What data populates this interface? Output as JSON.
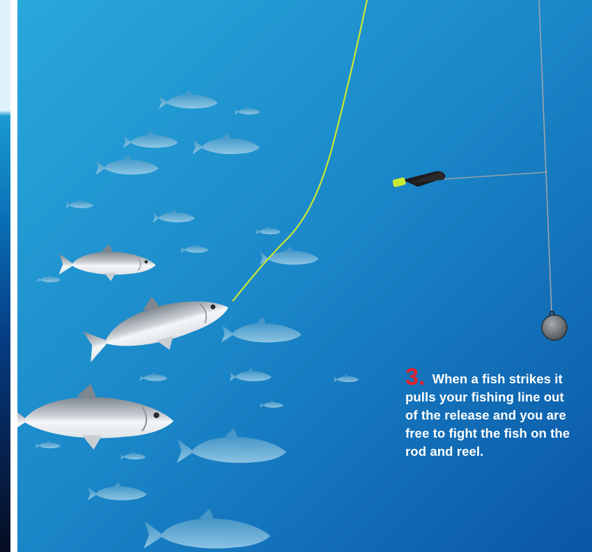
{
  "caption": {
    "step_number": "3.",
    "text": "When a fish strikes it pulls your fishing line out of the release and you are free to fight the fish on the rod and reel."
  },
  "colors": {
    "water_top": "#24a3d6",
    "water_bottom": "#0a58a8",
    "fishing_line": "#c9e832",
    "downrigger_cable": "#9ea4ab",
    "step_number": "#e1202a",
    "release_clip": "#1c1c1c",
    "release_tip": "#c9e832",
    "weight": "#6d7278"
  },
  "icons": [
    "salmon-school",
    "hooked-salmon",
    "line-release-clip",
    "downrigger-weight"
  ]
}
